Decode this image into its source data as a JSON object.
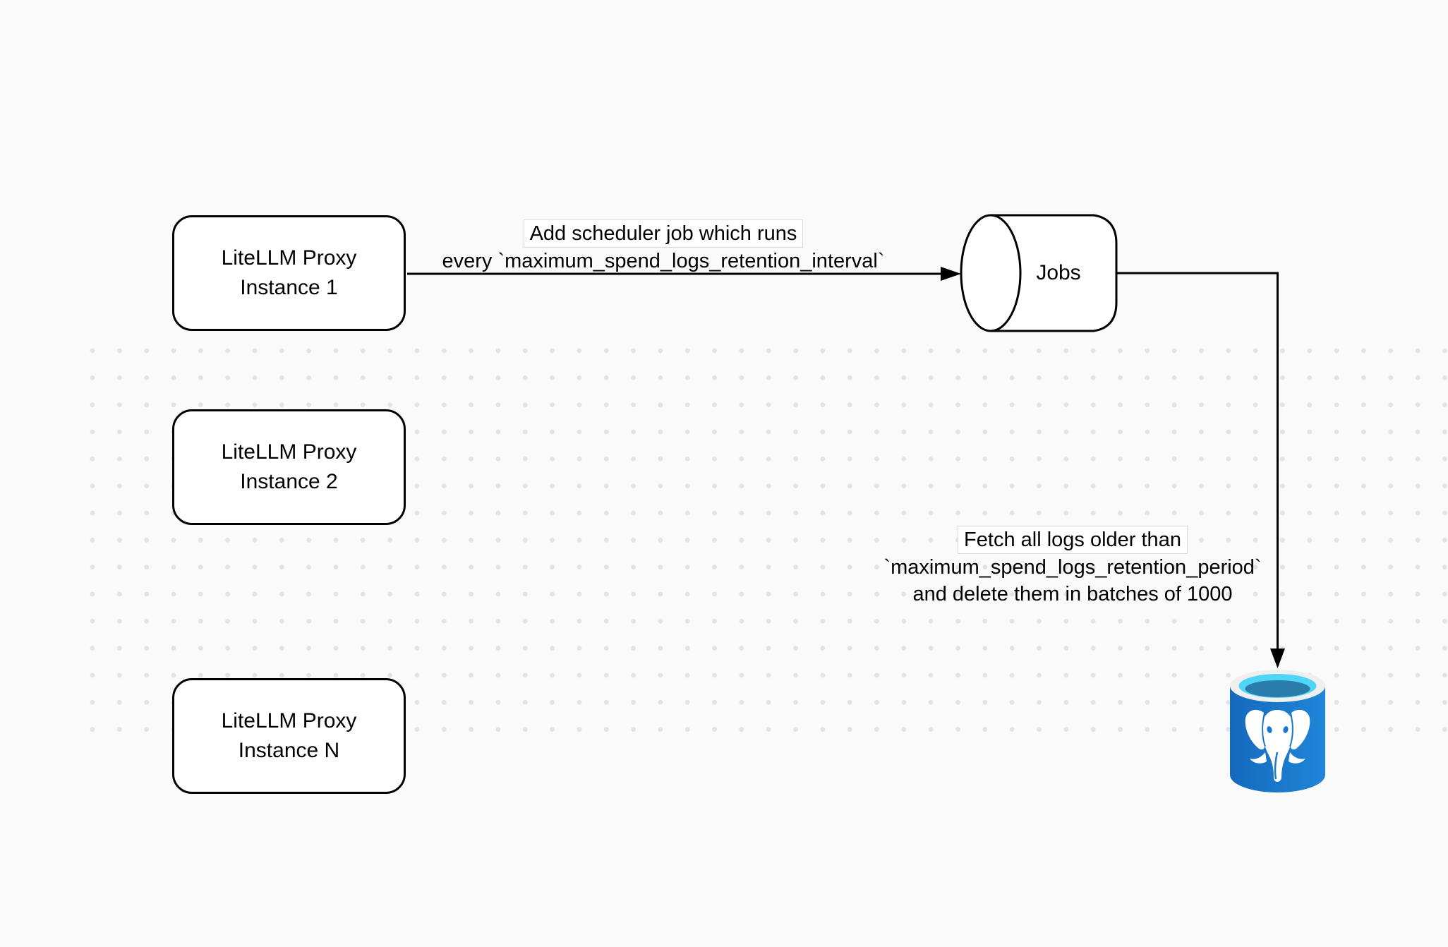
{
  "diagram": {
    "background_color": "#fafafa",
    "grid_dot_color": "#e3e3e3",
    "stroke_color": "#000000",
    "node_fill": "#ffffff",
    "nodes": [
      {
        "id": "proxy-instance-1",
        "line1": "LiteLLM Proxy",
        "line2": "Instance 1"
      },
      {
        "id": "proxy-instance-2",
        "line1": "LiteLLM Proxy",
        "line2": "Instance 2"
      },
      {
        "id": "proxy-instance-n",
        "line1": "LiteLLM Proxy",
        "line2": "Instance N"
      }
    ],
    "queue": {
      "label": "Jobs"
    },
    "database": {
      "type": "PostgreSQL",
      "icon": "postgresql-icon",
      "colors": {
        "body_blue": "#1a78cd",
        "rim": "#efefef",
        "water_light": "#4fd6f7",
        "water_dark": "#2a7dab"
      }
    },
    "edges": [
      {
        "from": "proxy-instance-1",
        "to": "jobs-queue",
        "label_line1": "Add scheduler job which runs",
        "label_line2": "every `maximum_spend_logs_retention_interval`"
      },
      {
        "from": "jobs-queue",
        "to": "postgresql-database",
        "label_line1": "Fetch all logs older than",
        "label_line2": "`maximum_spend_logs_retention_period`",
        "label_line3": "and delete them in batches of 1000"
      }
    ]
  }
}
